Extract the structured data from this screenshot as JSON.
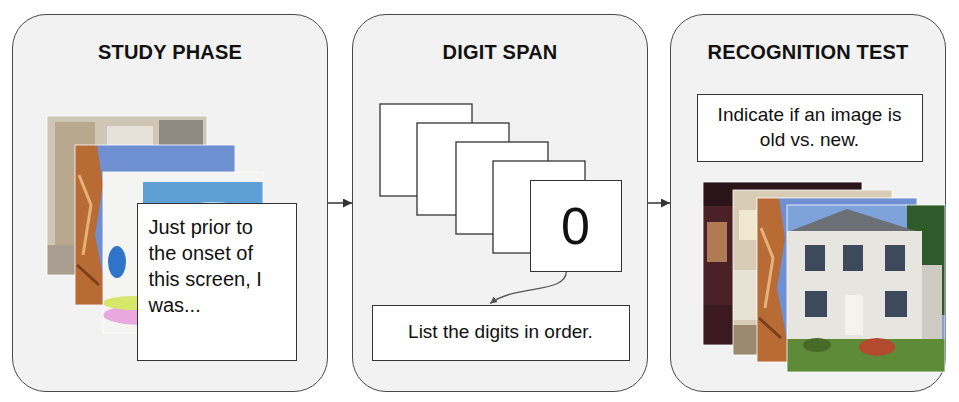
{
  "diagram": {
    "nodes": [
      {
        "text": [
          "STUDY PHASE"
        ]
      },
      {
        "text": [
          "Just prior to the onset of this screen, I was..."
        ],
        "in": 0
      },
      {
        "text": [
          "DIGIT SPAN"
        ]
      },
      {
        "text": [
          "0"
        ],
        "in": 2
      },
      {
        "text": [
          "List the digits in order."
        ],
        "in": 2
      },
      {
        "text": [
          "RECOGNITION TEST"
        ]
      },
      {
        "text": [
          "Indicate if an image is old vs. new."
        ],
        "in": 5
      }
    ],
    "edges": [
      {
        "from": 0,
        "to": 2,
        "arrow": "to"
      },
      {
        "from": 2,
        "to": 5,
        "arrow": "to"
      },
      {
        "from": 3,
        "to": 4,
        "arrow": "to"
      }
    ]
  }
}
